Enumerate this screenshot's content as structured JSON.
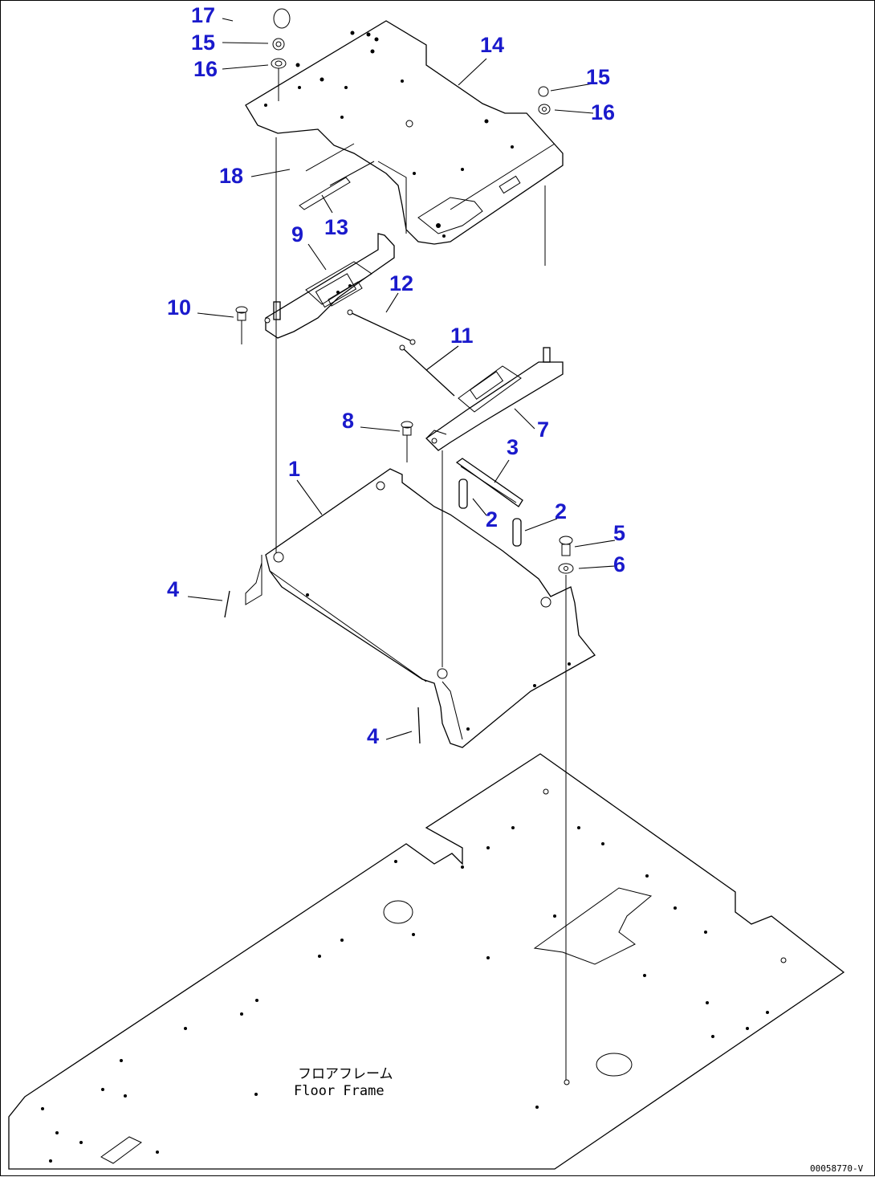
{
  "callouts": [
    {
      "id": "c17",
      "text": "17"
    },
    {
      "id": "c15a",
      "text": "15"
    },
    {
      "id": "c16a",
      "text": "16"
    },
    {
      "id": "c14",
      "text": "14"
    },
    {
      "id": "c15b",
      "text": "15"
    },
    {
      "id": "c16b",
      "text": "16"
    },
    {
      "id": "c18",
      "text": "18"
    },
    {
      "id": "c13",
      "text": "13"
    },
    {
      "id": "c9",
      "text": "9"
    },
    {
      "id": "c12",
      "text": "12"
    },
    {
      "id": "c10",
      "text": "10"
    },
    {
      "id": "c11",
      "text": "11"
    },
    {
      "id": "c8",
      "text": "8"
    },
    {
      "id": "c7",
      "text": "7"
    },
    {
      "id": "c3",
      "text": "3"
    },
    {
      "id": "c1",
      "text": "1"
    },
    {
      "id": "c2a",
      "text": "2"
    },
    {
      "id": "c2b",
      "text": "2"
    },
    {
      "id": "c5",
      "text": "5"
    },
    {
      "id": "c6",
      "text": "6"
    },
    {
      "id": "c4a",
      "text": "4"
    },
    {
      "id": "c4b",
      "text": "4"
    }
  ],
  "floor_frame": {
    "label_jp": "フロアフレーム",
    "label_en": "Floor Frame"
  },
  "drawing_code": "00058770-V",
  "colors": {
    "callout": "#1a1acc",
    "line": "#000000"
  }
}
